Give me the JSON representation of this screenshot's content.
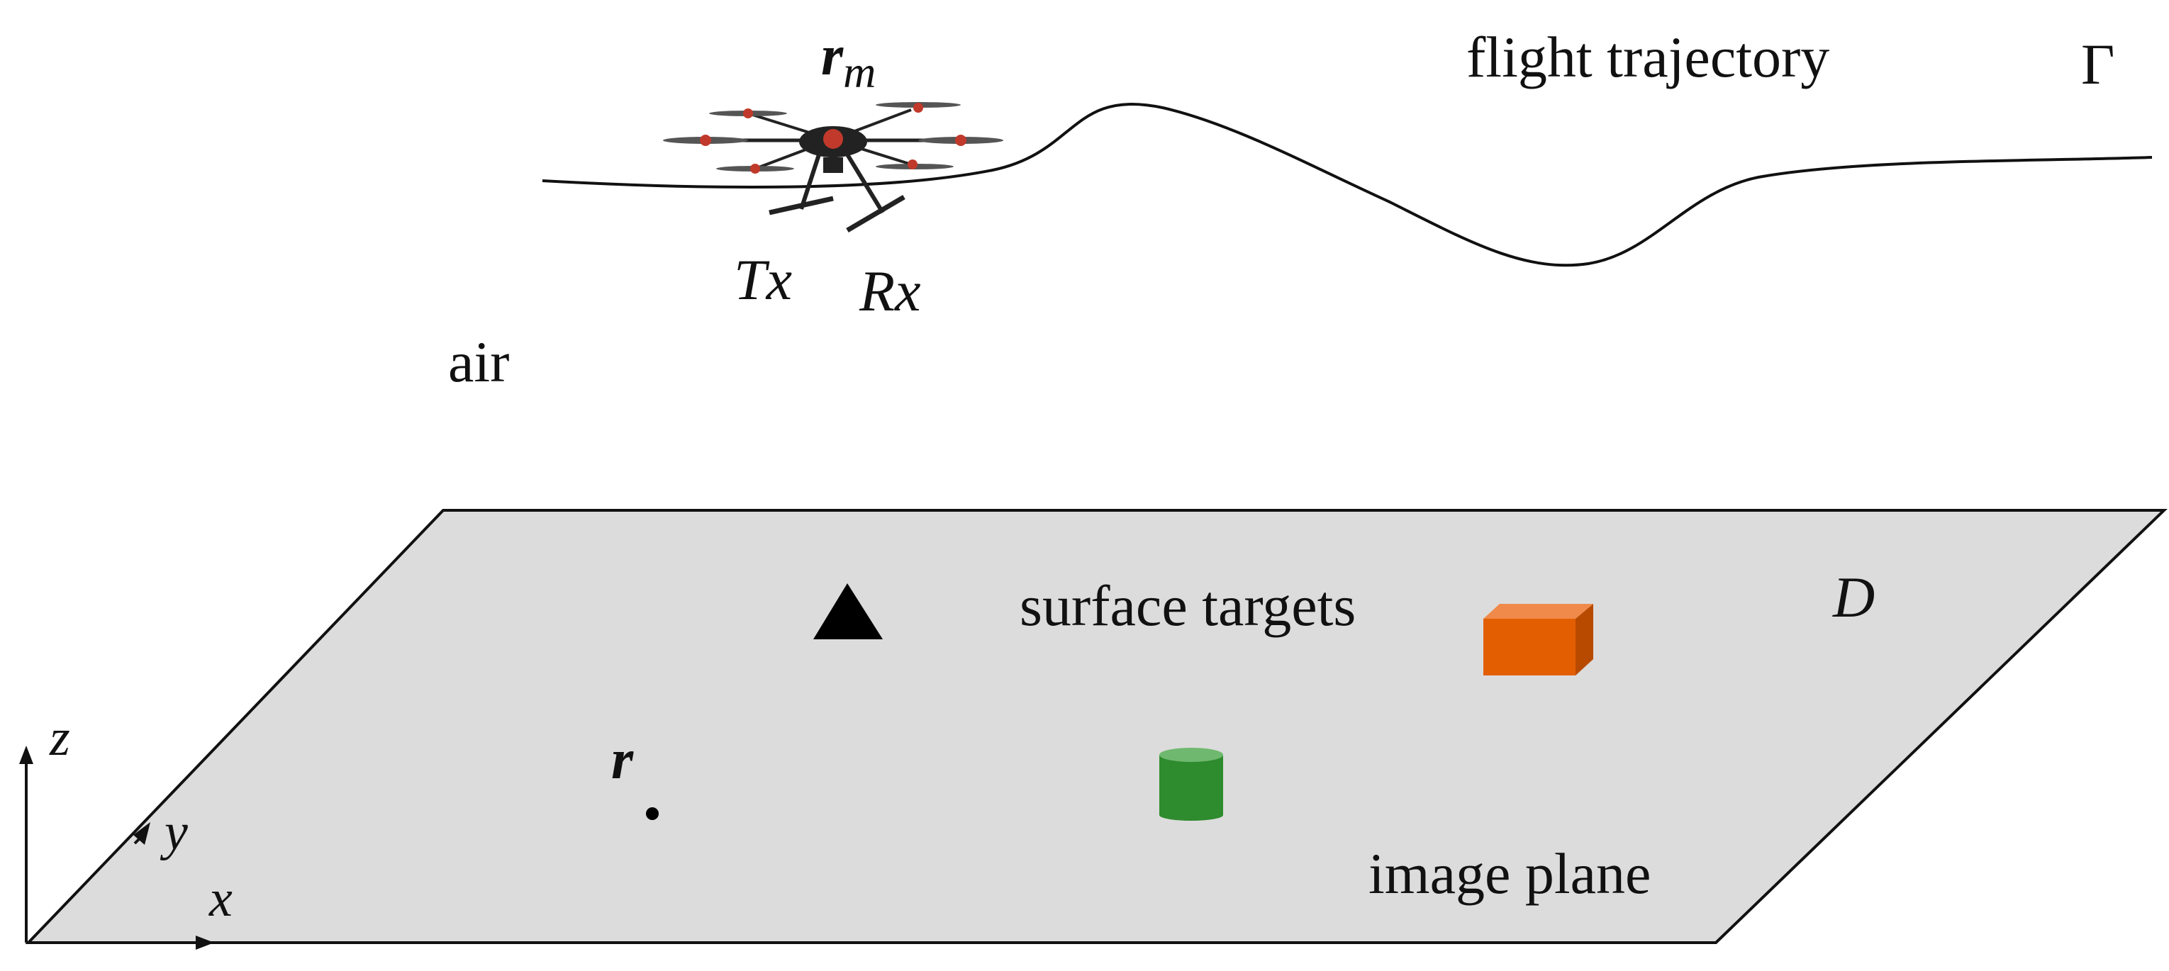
{
  "labels": {
    "flight_trajectory": "flight trajectory",
    "gamma": "Γ",
    "probe_r": "r",
    "probe_sub": "m",
    "tx": "Tx",
    "rx": "Rx",
    "air": "air",
    "surface_targets": "surface targets",
    "domain_d": "D",
    "point_r": "r",
    "image_plane": "image plane",
    "axis_z": "z",
    "axis_y": "y",
    "axis_x": "x"
  },
  "colors": {
    "plane_fill": "#dcdcdc",
    "outline": "#111111",
    "box_front": "#e35e00",
    "box_top": "#f08a4a",
    "box_side": "#b84a00",
    "cylinder_body": "#2e8b2e",
    "cylinder_top": "#6fb86f",
    "triangle": "#000000",
    "drone_body": "#222222",
    "drone_accent": "#c0392b"
  },
  "icons": {
    "drone": "hexacopter-drone-icon",
    "triangle_target": "triangle-target-icon",
    "box_target": "box-target-icon",
    "cylinder_target": "cylinder-target-icon"
  }
}
